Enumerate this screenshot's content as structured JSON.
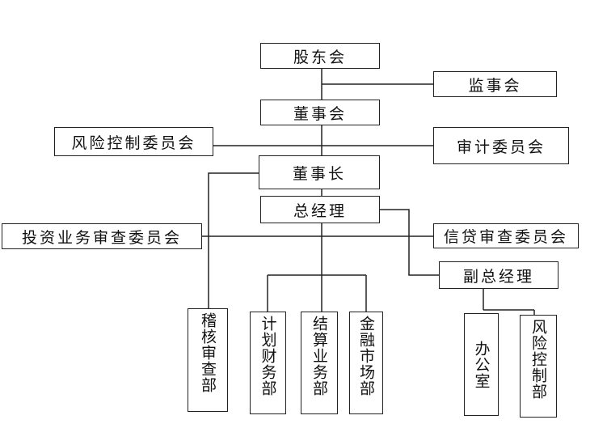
{
  "org_chart": {
    "shareholders": "股东会",
    "supervisors": "监事会",
    "board": "董事会",
    "risk_committee": "风险控制委员会",
    "audit_committee": "审计委员会",
    "chairman": "董事长",
    "general_manager": "总经理",
    "investment_committee": "投资业务审查委员会",
    "credit_committee": "信贷审查委员会",
    "deputy_manager": "副总经理",
    "departments": {
      "audit_dept": "稽核审查部",
      "finance_dept": "计划财务部",
      "settlement_dept": "结算业务部",
      "market_dept": "金融市场部",
      "office": "办公室",
      "risk_dept": "风险控制部"
    }
  }
}
